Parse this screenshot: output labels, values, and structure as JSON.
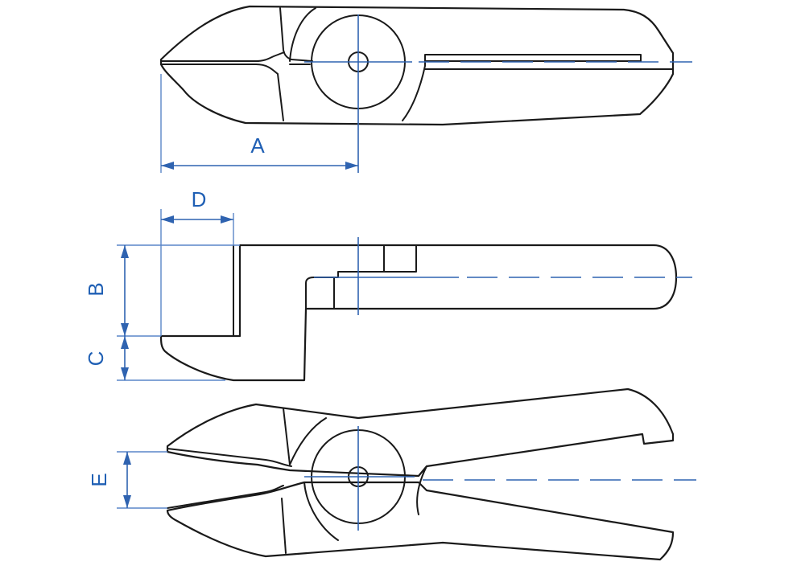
{
  "colors": {
    "outline": "#1a1a1a",
    "dimension": "#2f63b0",
    "background": "#ffffff"
  },
  "views": {
    "top": {
      "dimension_label": "A"
    },
    "side": {
      "dimension_labels": [
        "B",
        "C",
        "D"
      ]
    },
    "open": {
      "dimension_label": "E"
    }
  }
}
